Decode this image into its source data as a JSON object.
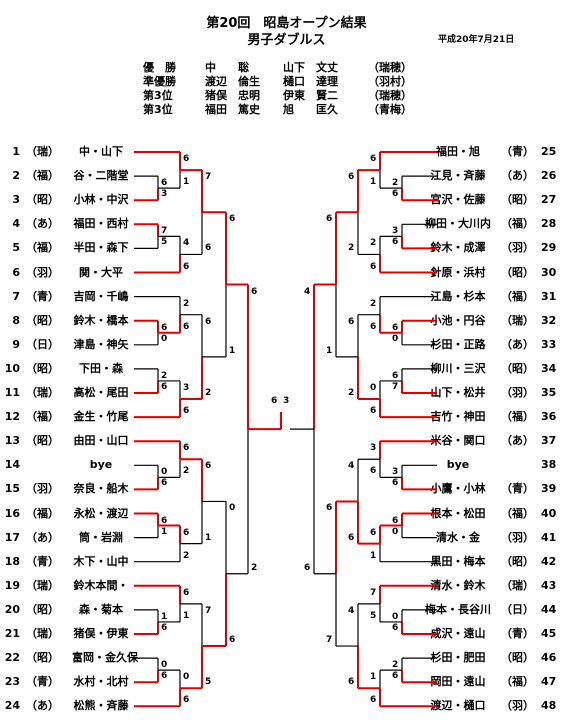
{
  "header": {
    "title": "第20回　昭島オープン結果",
    "subtitle": "男子ダブルス",
    "date": "平成20年7月21日"
  },
  "results": [
    {
      "place": "優　勝",
      "player1": "中　　聡",
      "player2": "山下　文丈",
      "club": "（瑞穂）"
    },
    {
      "place": "準優勝",
      "player1": "渡辺　倫生",
      "player2": "樋口　達理",
      "club": "（羽村）"
    },
    {
      "place": "第3位",
      "player1": "猪俣　忠明",
      "player2": "伊東　賢二",
      "club": "（瑞穂）"
    },
    {
      "place": "第3位",
      "player1": "福田　篤史",
      "player2": "旭　　匡久",
      "club": "（青梅）"
    }
  ],
  "left_entries": [
    {
      "no": "1",
      "club": "（瑞）",
      "pair": "中・山下"
    },
    {
      "no": "2",
      "club": "（福）",
      "pair": "谷・二階堂"
    },
    {
      "no": "3",
      "club": "（昭）",
      "pair": "小林・中沢"
    },
    {
      "no": "4",
      "club": "（あ）",
      "pair": "福田・西村"
    },
    {
      "no": "5",
      "club": "（福）",
      "pair": "半田・森下"
    },
    {
      "no": "6",
      "club": "（羽）",
      "pair": "関・大平"
    },
    {
      "no": "7",
      "club": "（青）",
      "pair": "吉岡・千嶋"
    },
    {
      "no": "8",
      "club": "（昭）",
      "pair": "鈴木・橋本"
    },
    {
      "no": "9",
      "club": "（日）",
      "pair": "津島・神矢"
    },
    {
      "no": "10",
      "club": "（昭）",
      "pair": "下田・森"
    },
    {
      "no": "11",
      "club": "（瑞）",
      "pair": "高松・尾田"
    },
    {
      "no": "12",
      "club": "（福）",
      "pair": "金生・竹尾"
    },
    {
      "no": "13",
      "club": "（昭）",
      "pair": "由田・山口"
    },
    {
      "no": "14",
      "club": "",
      "pair": "bye"
    },
    {
      "no": "15",
      "club": "（羽）",
      "pair": "奈良・船木"
    },
    {
      "no": "16",
      "club": "（福）",
      "pair": "永松・渡辺"
    },
    {
      "no": "17",
      "club": "（あ）",
      "pair": "筒・岩淵"
    },
    {
      "no": "18",
      "club": "（青）",
      "pair": "木下・山中"
    },
    {
      "no": "19",
      "club": "（瑞）",
      "pair": "鈴木本間・"
    },
    {
      "no": "20",
      "club": "（昭）",
      "pair": "森・菊本"
    },
    {
      "no": "21",
      "club": "（瑞）",
      "pair": "猪俣・伊東"
    },
    {
      "no": "22",
      "club": "（昭）",
      "pair": "富岡・金久保"
    },
    {
      "no": "23",
      "club": "（青）",
      "pair": "水村・北村"
    },
    {
      "no": "24",
      "club": "（あ）",
      "pair": "松熊・斉藤"
    }
  ],
  "right_entries": [
    {
      "no": "25",
      "club": "（青）",
      "pair": "福田・旭"
    },
    {
      "no": "26",
      "club": "（あ）",
      "pair": "江見・斉藤"
    },
    {
      "no": "27",
      "club": "（昭）",
      "pair": "宮沢・佐藤"
    },
    {
      "no": "28",
      "club": "（福）",
      "pair": "柳田・大川内"
    },
    {
      "no": "29",
      "club": "（羽）",
      "pair": "鈴木・成澤"
    },
    {
      "no": "30",
      "club": "（昭）",
      "pair": "針原・浜村"
    },
    {
      "no": "31",
      "club": "（福）",
      "pair": "江島・杉本"
    },
    {
      "no": "32",
      "club": "（瑞）",
      "pair": "小池・円谷"
    },
    {
      "no": "33",
      "club": "（あ）",
      "pair": "杉田・正路"
    },
    {
      "no": "34",
      "club": "（昭）",
      "pair": "柳川・三沢"
    },
    {
      "no": "35",
      "club": "（羽）",
      "pair": "山下・松井"
    },
    {
      "no": "36",
      "club": "（福）",
      "pair": "吉竹・神田"
    },
    {
      "no": "37",
      "club": "（あ）",
      "pair": "米谷・関口"
    },
    {
      "no": "38",
      "club": "",
      "pair": "bye"
    },
    {
      "no": "39",
      "club": "（青）",
      "pair": "小鷹・小林"
    },
    {
      "no": "40",
      "club": "（福）",
      "pair": "根本・松田"
    },
    {
      "no": "41",
      "club": "（羽）",
      "pair": "清水・金"
    },
    {
      "no": "42",
      "club": "（昭）",
      "pair": "黒田・梅本"
    },
    {
      "no": "43",
      "club": "（瑞）",
      "pair": "清水・鈴木"
    },
    {
      "no": "44",
      "club": "（日）",
      "pair": "梅本・長谷川"
    },
    {
      "no": "45",
      "club": "（青）",
      "pair": "成沢・遠山"
    },
    {
      "no": "46",
      "club": "（昭）",
      "pair": "杉田・肥田"
    },
    {
      "no": "47",
      "club": "（福）",
      "pair": "岡田・遠山"
    },
    {
      "no": "48",
      "club": "（羽）",
      "pair": "渡辺・樋口"
    }
  ],
  "final_score": [
    "6",
    "3"
  ],
  "colors": {
    "winner_line": "#e00000",
    "loser_line": "#000000"
  }
}
